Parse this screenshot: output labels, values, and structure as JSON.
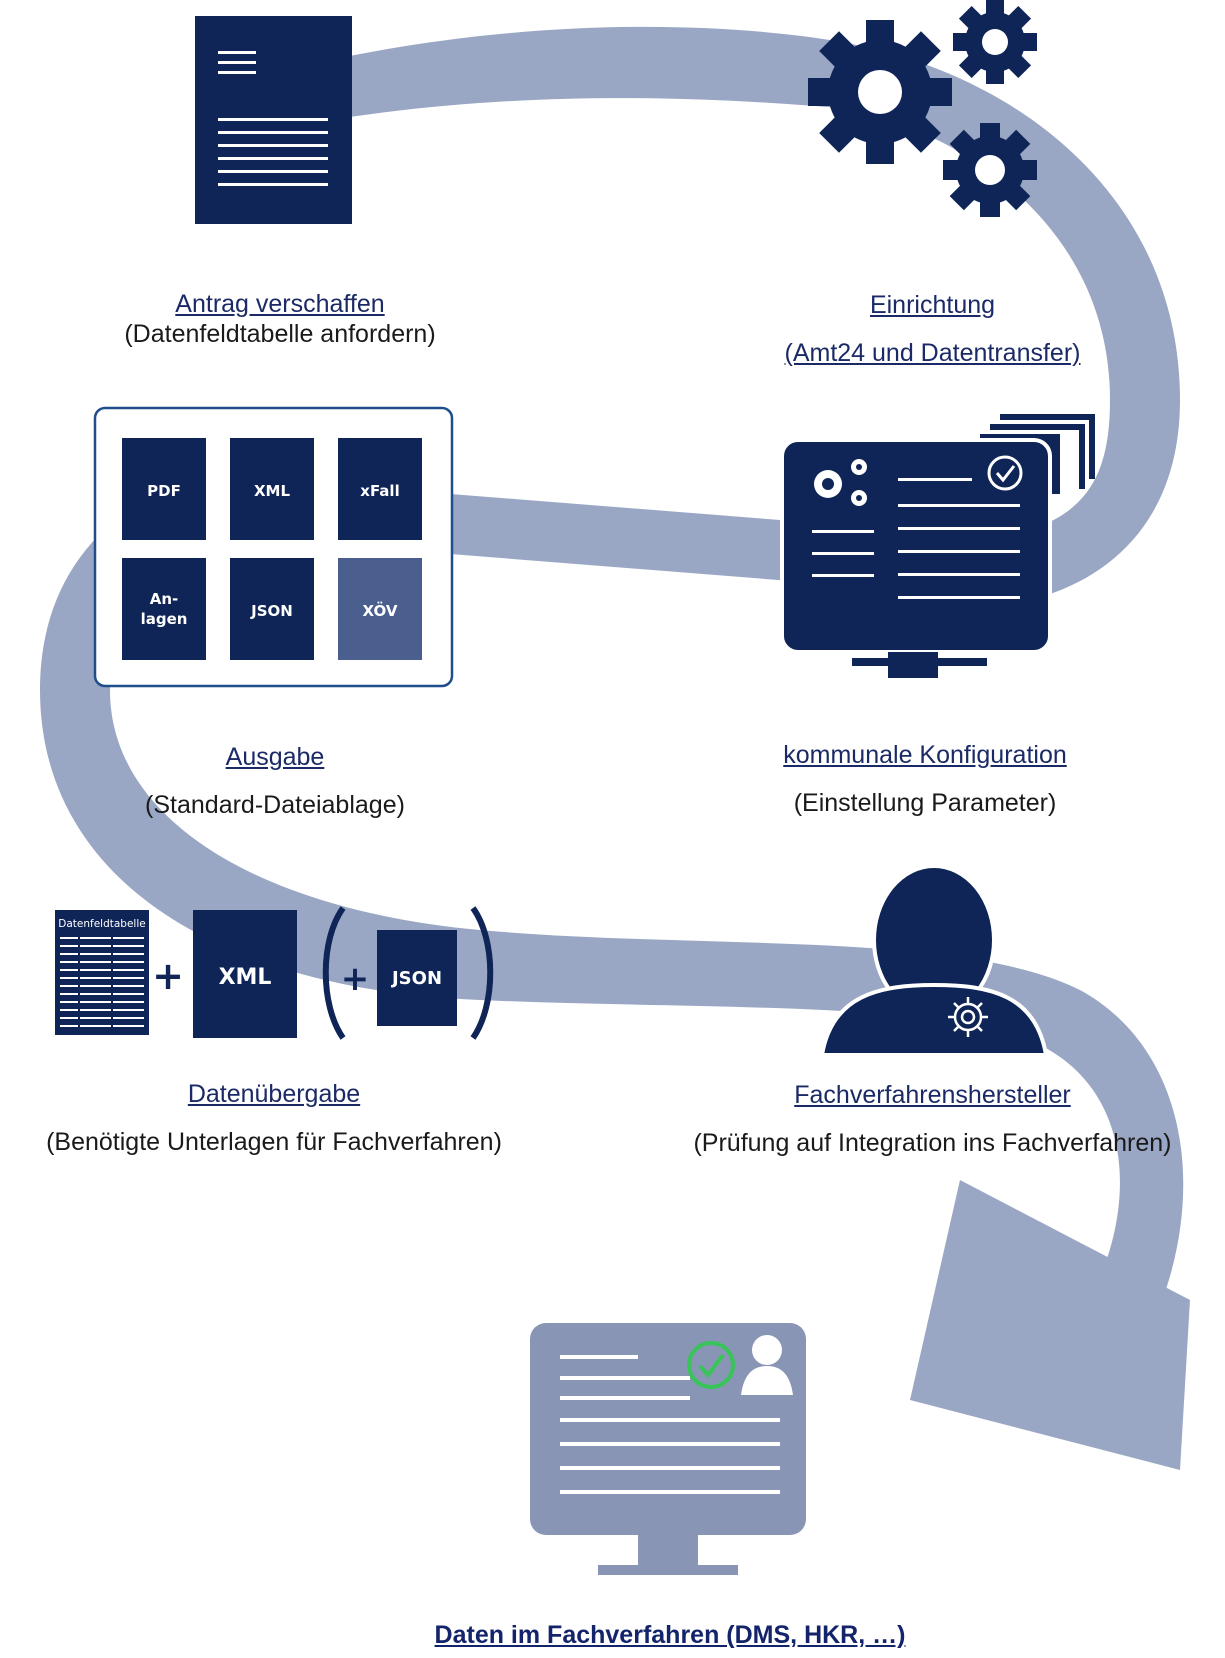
{
  "steps": {
    "antrag": {
      "title": "Antrag verschaffen",
      "sub": "(Datenfeldtabelle anfordern)"
    },
    "einrichtung": {
      "title": "Einrichtung",
      "sub": "(Amt24 und Datentransfer)"
    },
    "ausgabe": {
      "title": "Ausgabe",
      "sub": "(Standard-Dateiablage)"
    },
    "konfiguration": {
      "title": "kommunale Konfiguration",
      "sub": "(Einstellung Parameter)"
    },
    "datenuebergabe": {
      "title": "Datenübergabe",
      "sub": "(Benötigte Unterlagen für Fachverfahren)"
    },
    "hersteller": {
      "title": "Fachverfahrenshersteller",
      "sub": "(Prüfung auf Integration ins Fachverfahren)"
    },
    "final": {
      "title": "Daten im Fachverfahren (DMS, HKR, …)"
    }
  },
  "formats": [
    "PDF",
    "XML",
    "xFall",
    "An-\nlagen",
    "JSON",
    "XÖV"
  ],
  "format_lines": {
    "anlagen_1": "An-",
    "anlagen_2": "lagen"
  },
  "handover": {
    "table_label": "Datenfeldtabelle",
    "xml": "XML",
    "json": "JSON",
    "plus": "+"
  },
  "colors": {
    "navy": "#0f2557",
    "arrow": "#9aa7c4",
    "screen_gray": "#8995b5",
    "check_green": "#39c45a",
    "xov_tile": "#4b5f8e"
  },
  "icons": [
    "document-icon",
    "gears-icon",
    "format-tiles",
    "monitor-config-icon",
    "person-gear-icon",
    "datenfeldtabelle-icon",
    "monitor-result-icon",
    "check-icon"
  ]
}
